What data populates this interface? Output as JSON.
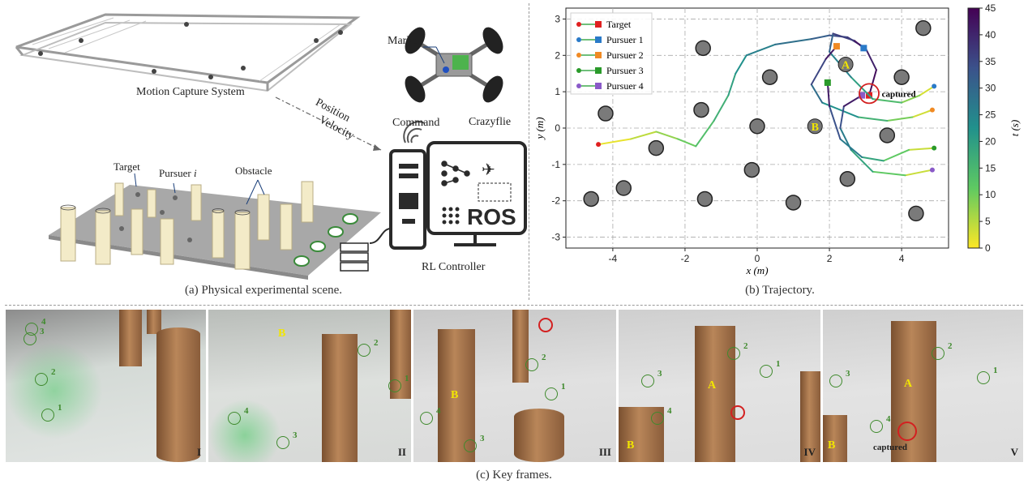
{
  "panel_a": {
    "caption": "(a) Physical experimental scene.",
    "labels": {
      "mocap": "Motion Capture System",
      "marker": "Marker",
      "crazyflie": "Crazyflie",
      "position_velocity": "Position\nVelocity",
      "command": "Command",
      "target": "Target",
      "pursuer": "Pursuer i",
      "obstacle": "Obstacle",
      "rl_controller": "RL Controller",
      "ros": "ROS"
    }
  },
  "panel_b": {
    "caption": "(b) Trajectory.",
    "captured": "captured",
    "region_a": "A",
    "region_b": "B"
  },
  "panel_c": {
    "caption": "(c) Key frames.",
    "frames": [
      "I",
      "II",
      "III",
      "IV",
      "V"
    ],
    "captured": "captured"
  },
  "chart_data": {
    "type": "line",
    "xlabel": "x (m)",
    "ylabel": "y (m)",
    "colorbar_label": "t (s)",
    "xlim": [
      -5.3,
      5.3
    ],
    "ylim": [
      -3.3,
      3.3
    ],
    "xticks": [
      -4,
      -2,
      0,
      2,
      4
    ],
    "yticks": [
      -3,
      -2,
      -1,
      0,
      1,
      2,
      3
    ],
    "colorbar_ticks": [
      0,
      5,
      10,
      15,
      20,
      25,
      30,
      35,
      40,
      45
    ],
    "grid": true,
    "legend": [
      {
        "name": "Target",
        "color": "#e02020"
      },
      {
        "name": "Pursuer 1",
        "color": "#2a7ac8"
      },
      {
        "name": "Pursuer 2",
        "color": "#f08a24"
      },
      {
        "name": "Pursuer 3",
        "color": "#2a9a2a"
      },
      {
        "name": "Pursuer 4",
        "color": "#8a5ac8"
      }
    ],
    "obstacles": [
      [
        -4.6,
        -1.95
      ],
      [
        -3.7,
        -1.65
      ],
      [
        -2.8,
        -0.55
      ],
      [
        -4.2,
        0.4
      ],
      [
        -1.5,
        2.2
      ],
      [
        -1.55,
        0.5
      ],
      [
        -1.45,
        -1.95
      ],
      [
        -0.15,
        -1.15
      ],
      [
        0.0,
        0.05
      ],
      [
        0.35,
        1.4
      ],
      [
        1.0,
        -2.05
      ],
      [
        2.5,
        -1.4
      ],
      [
        3.6,
        -0.2
      ],
      [
        4.0,
        1.4
      ],
      [
        4.6,
        2.75
      ],
      [
        4.4,
        -2.35
      ]
    ],
    "series": [
      {
        "name": "Target",
        "points": [
          [
            -4.4,
            -0.45
          ],
          [
            -3.5,
            -0.3
          ],
          [
            -2.8,
            -0.1
          ],
          [
            -2.2,
            -0.3
          ],
          [
            -1.7,
            -0.5
          ],
          [
            -1.2,
            0.2
          ],
          [
            -0.8,
            0.9
          ],
          [
            -0.6,
            1.5
          ],
          [
            -0.3,
            2.0
          ],
          [
            0.5,
            2.3
          ],
          [
            1.5,
            2.45
          ],
          [
            2.0,
            2.55
          ],
          [
            2.5,
            2.5
          ],
          [
            3.0,
            2.2
          ],
          [
            3.3,
            1.6
          ],
          [
            3.1,
            0.9
          ]
        ]
      },
      {
        "name": "Pursuer 1",
        "points": [
          [
            4.9,
            1.15
          ],
          [
            4.5,
            0.9
          ],
          [
            4.0,
            0.7
          ],
          [
            3.2,
            0.8
          ],
          [
            2.6,
            1.4
          ],
          [
            2.0,
            2.1
          ],
          [
            2.1,
            2.6
          ],
          [
            2.7,
            2.4
          ],
          [
            2.95,
            2.2
          ]
        ]
      },
      {
        "name": "Pursuer 2",
        "points": [
          [
            4.85,
            0.5
          ],
          [
            4.3,
            0.3
          ],
          [
            3.6,
            0.2
          ],
          [
            2.8,
            0.3
          ],
          [
            1.8,
            0.7
          ],
          [
            1.5,
            1.2
          ],
          [
            1.9,
            1.9
          ],
          [
            2.2,
            2.25
          ]
        ]
      },
      {
        "name": "Pursuer 3",
        "points": [
          [
            4.9,
            -0.55
          ],
          [
            4.2,
            -0.6
          ],
          [
            3.5,
            -0.9
          ],
          [
            2.9,
            -0.8
          ],
          [
            2.3,
            -0.3
          ],
          [
            2.0,
            0.6
          ],
          [
            1.95,
            1.25
          ]
        ]
      },
      {
        "name": "Pursuer 4",
        "points": [
          [
            4.85,
            -1.15
          ],
          [
            4.1,
            -1.3
          ],
          [
            3.2,
            -1.2
          ],
          [
            2.6,
            -0.6
          ],
          [
            2.3,
            0.0
          ],
          [
            2.4,
            0.6
          ],
          [
            2.9,
            0.9
          ]
        ]
      }
    ]
  }
}
